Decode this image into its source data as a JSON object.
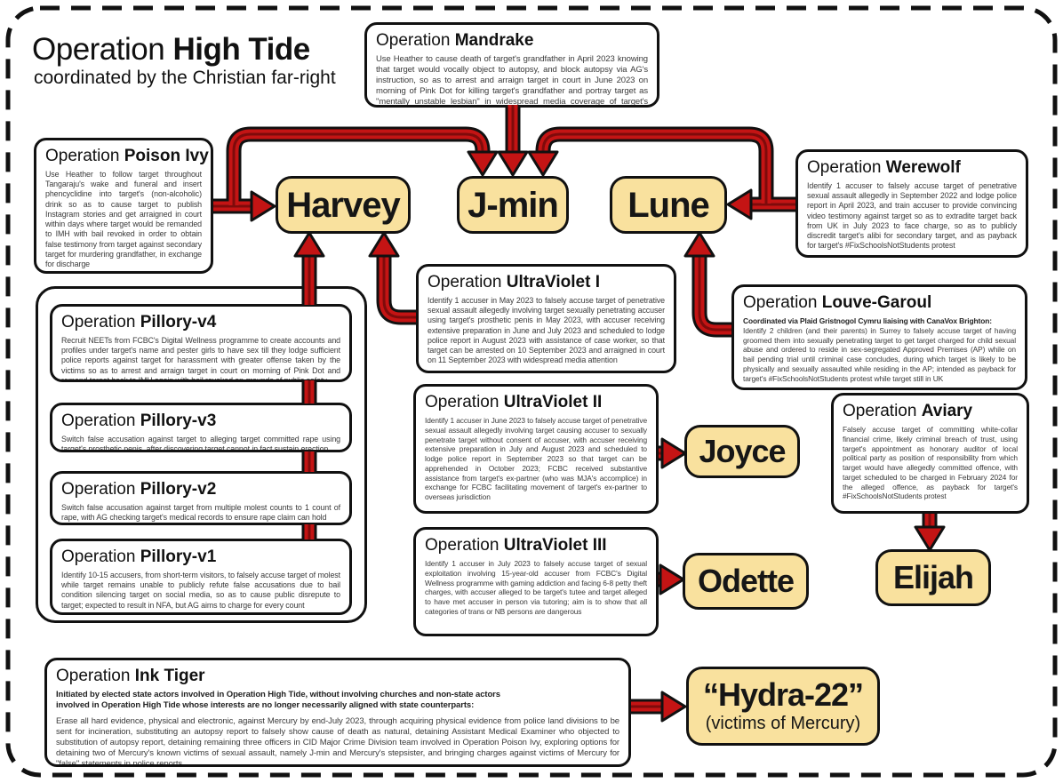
{
  "title": {
    "prefix": "Operation ",
    "name": "High Tide",
    "subtitle": "coordinated by the Christian far-right"
  },
  "colors": {
    "node_fill": "#F9E19E",
    "arrow_red": "#C41414",
    "arrow_core": "#7E0B0B",
    "outline_black": "#111111"
  },
  "ops": {
    "mandrake": {
      "prefix": "Operation ",
      "name": "Mandrake",
      "body": "Use Heather to cause death of target's grandfather in April 2023 knowing that target would vocally object to autopsy, and block autopsy via AG's instruction, so as to arrest and arraign target in court in June 2023 on morning of Pink Dot for killing target's grandfather and portray target as \"mentally unstable lesbian\" in widespread media coverage of target's arrest and arraignment for murder"
    },
    "poison_ivy": {
      "prefix": "Operation ",
      "name": "Poison Ivy",
      "body": "Use Heather to follow target throughout Tangaraju's wake and funeral and insert phencyclidine into target's (non-alcoholic) drink so as to cause target to publish Instagram stories and get arraigned in court within days where target would be remanded to IMH with bail revoked in order to obtain false testimony from target against secondary target for murdering grandfather, in exchange for discharge"
    },
    "werewolf": {
      "prefix": "Operation ",
      "name": "Werewolf",
      "body": "Identify 1 accuser to falsely accuse target of penetrative sexual assault allegedly in September 2022 and lodge police report in April 2023, and train accuser to provide convincing video testimony against target so as to extradite target back from UK in July 2023 to face charge, so as to publicly discredit target's alibi for secondary target, and as payback for target's #FixSchoolsNotStudents protest"
    },
    "ultraviolet1": {
      "prefix": "Operation ",
      "name": "UltraViolet I",
      "body": "Identify 1 accuser in May 2023 to falsely accuse target of penetrative sexual assault allegedly involving target sexually penetrating accuser using target's prosthetic penis in May 2023, with accuser receiving extensive preparation in June and July 2023 and scheduled to lodge police report in August 2023 with assistance of case worker, so that target can be arrested on 10 September 2023 and arraigned in court on 11 September 2023 with widespread media attention"
    },
    "louve_garoul": {
      "prefix": "Operation ",
      "name": "Louve-Garoul",
      "intro": "Coordinated via Plaid Gristnogol Cymru liaising with CanaVox Brighton:",
      "body": "Identify 2 children (and their parents) in Surrey to falsely accuse target of having groomed them into sexually penetrating target to get target charged for child sexual abuse and ordered to reside in sex-segregated Approved Premises (AP) while on bail pending trial until criminal case concludes, during which target is likely to be physically and sexually assaulted while residing in the AP; intended as payback for target's #FixSchoolsNotStudents protest while target still in UK"
    },
    "pillory_v4": {
      "prefix": "Operation ",
      "name": "Pillory-v4",
      "body": "Recruit NEETs from FCBC's Digital Wellness programme to create accounts and profiles under target's name and pester girls to have sex till they lodge sufficient police reports against target for harassment with greater offense taken by the victims so as to arrest and arraign target in court on morning of Pink Dot and remand target back to IMH again with bail revoked on grounds of public safety"
    },
    "pillory_v3": {
      "prefix": "Operation ",
      "name": "Pillory-v3",
      "body": "Switch false accusation against target to alleging target committed rape using target's prosthetic penis, after discovering target cannot in fact sustain erection"
    },
    "pillory_v2": {
      "prefix": "Operation ",
      "name": "Pillory-v2",
      "body": "Switch false accusation against target from multiple molest counts to 1 count of rape, with AG checking target's medical records to ensure rape claim can hold"
    },
    "pillory_v1": {
      "prefix": "Operation ",
      "name": "Pillory-v1",
      "body": "Identify 10-15 accusers, from short-term visitors, to falsely accuse target of molest while target remains unable to publicly refute false accusations due to bail condition silencing target on social media, so as to cause public disrepute to target; expected to result in NFA, but AG aims to charge for every count"
    },
    "ultraviolet2": {
      "prefix": "Operation ",
      "name": "UltraViolet II",
      "body": "Identify 1 accuser in June 2023 to falsely accuse target of penetrative sexual assault allegedly involving target causing accuser to sexually penetrate target without consent of accuser, with accuser receiving extensive preparation in July and August 2023 and scheduled to lodge police report in September 2023 so that target can be apprehended in October 2023; FCBC received substantive assistance from target's ex-partner (who was MJA's accomplice) in exchange for FCBC facilitating movement of target's ex-partner to overseas jurisdiction"
    },
    "ultraviolet3": {
      "prefix": "Operation ",
      "name": "UltraViolet III",
      "body": "Identify 1 accuser in July 2023 to falsely accuse target of sexual exploitation involving 15-year-old accuser from FCBC's Digital Wellness programme with gaming addiction and facing 6-8 petty theft charges, with accuser alleged to be target's tutee and target alleged to have met accuser in person via tutoring; aim is to show that all categories of trans or NB persons are dangerous"
    },
    "aviary": {
      "prefix": "Operation ",
      "name": "Aviary",
      "body": "Falsely accuse target of committing white-collar financial crime, likely criminal breach of trust, using target's appointment as honorary auditor of local political party as position of responsibility from which target would have allegedly committed offence, with target scheduled to be charged in February 2024 for the alleged offence, as payback for target's #FixSchoolsNotStudents protest"
    },
    "ink_tiger": {
      "prefix": "Operation ",
      "name": "Ink Tiger",
      "intro": "Initiated by elected state actors involved in Operation High Tide, without involving churches and non-state actors involved in Operation High Tide whose interests are no longer necessarily aligned with state counterparts:",
      "body": "Erase all hard evidence, physical and electronic, against Mercury by end-July 2023, through acquiring physical evidence from police land divisions to be sent for incineration, substituting an autopsy report to falsely show cause of death as natural, detaining Assistant Medical Examiner who objected to substitution of autopsy report, detaining remaining three officers in CID Major Crime Division team involved in Operation Poison Ivy, exploring options for detaining two of Mercury's known victims of sexual assault, namely J-min and Mercury's stepsister, and bringing charges against victims of Mercury for \"false\" statements in police reports"
    }
  },
  "targets": {
    "harvey": {
      "label": "Harvey"
    },
    "jmin": {
      "label": "J-min"
    },
    "lune": {
      "label": "Lune"
    },
    "joyce": {
      "label": "Joyce"
    },
    "odette": {
      "label": "Odette"
    },
    "elijah": {
      "label": "Elijah"
    },
    "hydra": {
      "label": "“Hydra-22”",
      "sublabel": "(victims of Mercury)"
    }
  }
}
